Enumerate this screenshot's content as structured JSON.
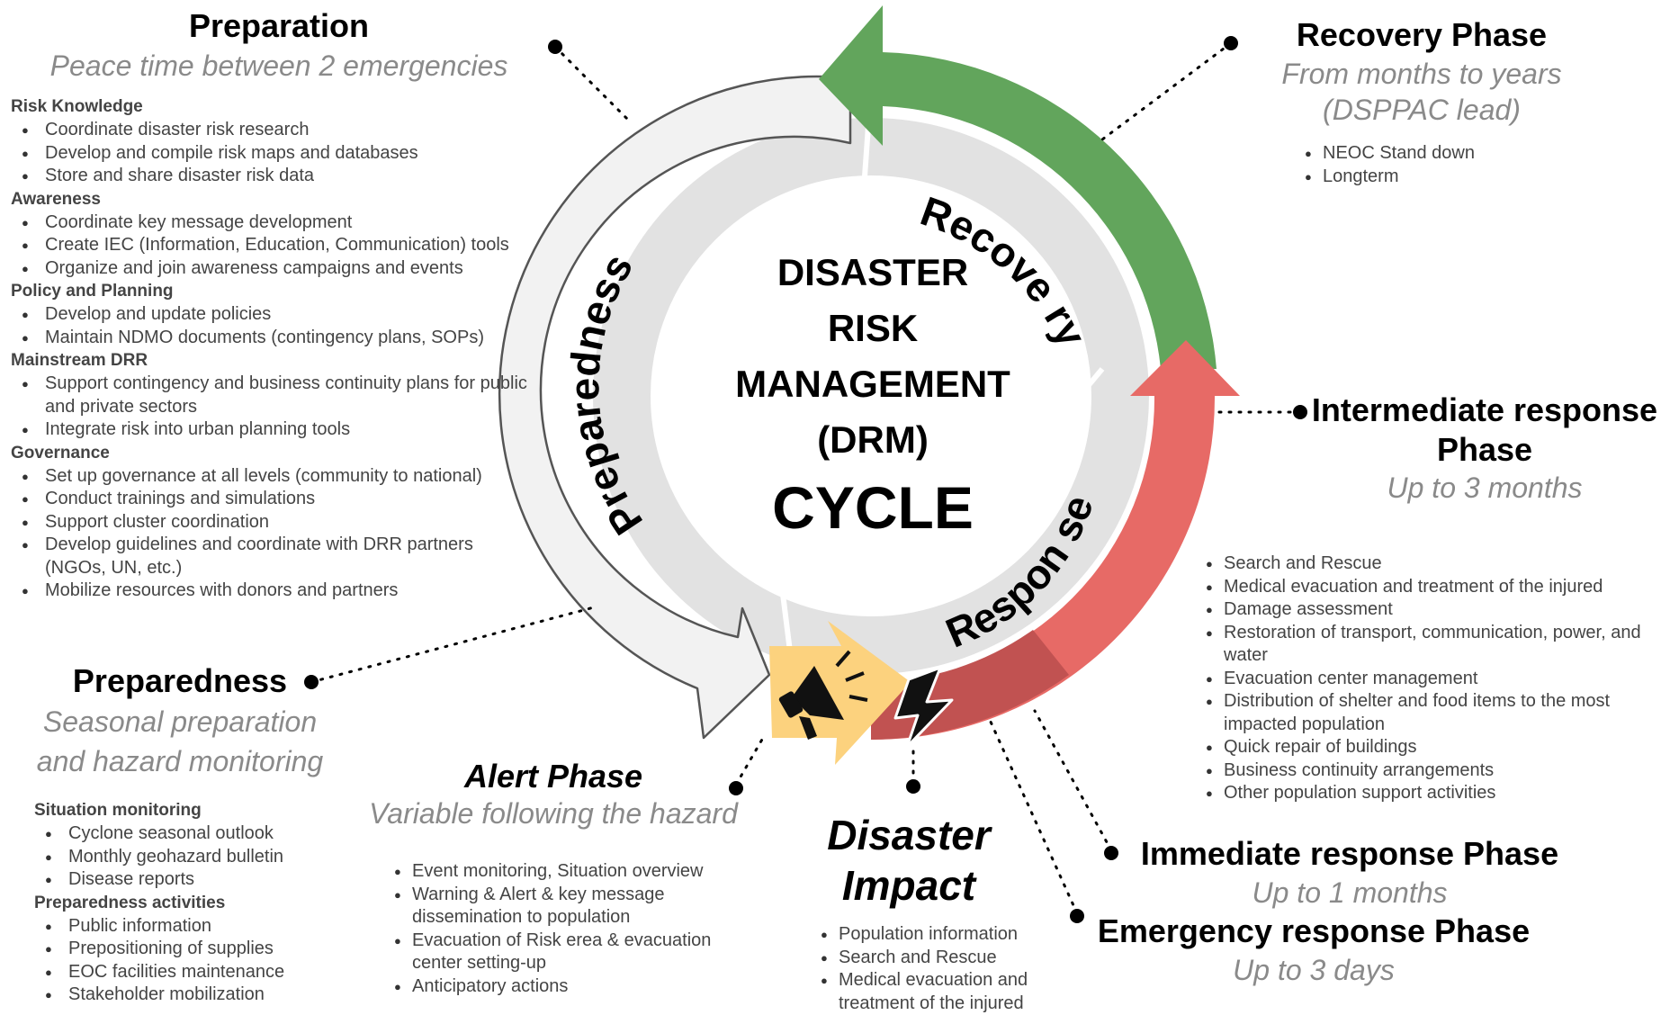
{
  "center": {
    "line1": "DISASTER",
    "line2": "RISK",
    "line3": "MANAGEMENT",
    "line4": "(DRM)",
    "line5": "CYCLE"
  },
  "ring_labels": {
    "preparedness": "Preparedness",
    "recovery": "Recove ry",
    "response": "Respon se"
  },
  "preparation": {
    "title": "Preparation",
    "subtitle": "Peace time between 2 emergencies",
    "sections": [
      {
        "heading": "Risk Knowledge",
        "items": [
          "Coordinate disaster risk research",
          "Develop and compile risk maps and databases",
          "Store and share disaster risk data"
        ]
      },
      {
        "heading": "Awareness",
        "items": [
          "Coordinate key message development",
          "Create IEC (Information, Education, Communication) tools",
          "Organize and join awareness campaigns and events"
        ]
      },
      {
        "heading": "Policy and Planning",
        "items": [
          "Develop and update policies",
          "Maintain NDMO documents (contingency plans, SOPs)"
        ]
      },
      {
        "heading": "Mainstream DRR",
        "items": [
          "Support contingency and business continuity plans for public and private sectors",
          "Integrate risk into urban planning tools"
        ]
      },
      {
        "heading": "Governance",
        "items": [
          "Set up governance at all levels (community to national)",
          "Conduct trainings and simulations",
          "Support cluster coordination",
          "Develop guidelines and coordinate with DRR partners (NGOs, UN, etc.)",
          "Mobilize resources with donors and partners"
        ]
      }
    ]
  },
  "preparedness": {
    "title": "Preparedness",
    "subtitle_line1": "Seasonal preparation",
    "subtitle_line2": "and hazard monitoring",
    "sections": [
      {
        "heading": "Situation monitoring",
        "items": [
          "Cyclone seasonal outlook",
          "Monthly geohazard bulletin",
          "Disease reports"
        ]
      },
      {
        "heading": "Preparedness activities",
        "items": [
          "Public information",
          "Prepositioning of supplies",
          "EOC facilities maintenance",
          "Stakeholder mobilization"
        ]
      }
    ]
  },
  "alert": {
    "title": "Alert Phase",
    "subtitle": "Variable following the hazard",
    "items": [
      "Event monitoring, Situation overview",
      "Warning & Alert & key message dissemination to population",
      "Evacuation of Risk erea & evacuation center setting-up",
      "Anticipatory actions"
    ]
  },
  "impact": {
    "title_line1": "Disaster",
    "title_line2": "Impact",
    "items": [
      "Population information",
      "Search and Rescue",
      "Medical evacuation and treatment of the injured"
    ]
  },
  "recovery": {
    "title": "Recovery Phase",
    "subtitle_line1": "From months to years",
    "subtitle_line2": "(DSPPAC lead)",
    "items": [
      "NEOC Stand down",
      "Longterm"
    ]
  },
  "intermediate": {
    "title_line1": "Intermediate response",
    "title_line2": "Phase",
    "subtitle": "Up to 3 months",
    "items": [
      "Search and Rescue",
      "Medical evacuation and treatment of the injured",
      "Damage assessment",
      "Restoration of transport, communication, power, and water",
      "Evacuation center management",
      "Distribution of shelter and food items to the most impacted population",
      "Quick repair of buildings",
      "Business continuity arrangements",
      "Other population support activities"
    ]
  },
  "immediate": {
    "title": "Immediate response Phase",
    "subtitle": "Up to 1 months"
  },
  "emergency": {
    "title": "Emergency response Phase",
    "subtitle": "Up to 3 days"
  },
  "colors": {
    "recovery_arrow": "#62a55c",
    "response_arrow": "#e76a66",
    "response_dark": "#c15251",
    "alert_arrow": "#fcd27e",
    "preparedness_arrow": "#f2f2f2",
    "ring": "#e2e2e2"
  },
  "icons": [
    "megaphone-icon",
    "lightning-icon"
  ]
}
